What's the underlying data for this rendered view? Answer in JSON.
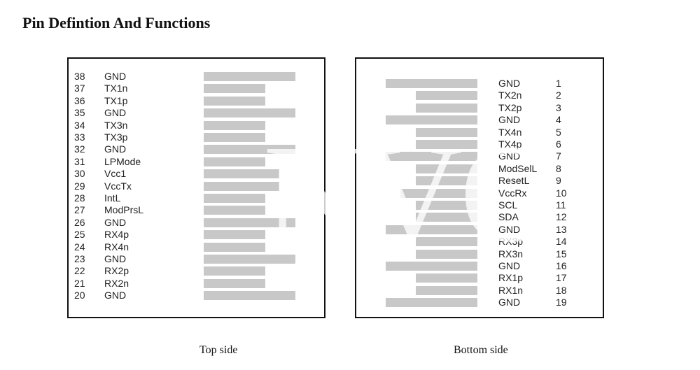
{
  "title": "Pin Defintion And Functions",
  "top_side": {
    "caption": "Top side",
    "pins": [
      {
        "num": "38",
        "name": "GND",
        "bar": "long"
      },
      {
        "num": "37",
        "name": "TX1n",
        "bar": "short"
      },
      {
        "num": "36",
        "name": "TX1p",
        "bar": "short"
      },
      {
        "num": "35",
        "name": "GND",
        "bar": "long"
      },
      {
        "num": "34",
        "name": "TX3n",
        "bar": "short"
      },
      {
        "num": "33",
        "name": "TX3p",
        "bar": "short"
      },
      {
        "num": "32",
        "name": "GND",
        "bar": "long"
      },
      {
        "num": "31",
        "name": "LPMode",
        "bar": "short"
      },
      {
        "num": "30",
        "name": "Vcc1",
        "bar": "medium"
      },
      {
        "num": "29",
        "name": "VccTx",
        "bar": "medium"
      },
      {
        "num": "28",
        "name": "IntL",
        "bar": "short"
      },
      {
        "num": "27",
        "name": "ModPrsL",
        "bar": "short"
      },
      {
        "num": "26",
        "name": "GND",
        "bar": "long"
      },
      {
        "num": "25",
        "name": "RX4p",
        "bar": "short"
      },
      {
        "num": "24",
        "name": "RX4n",
        "bar": "short"
      },
      {
        "num": "23",
        "name": "GND",
        "bar": "long"
      },
      {
        "num": "22",
        "name": "RX2p",
        "bar": "short"
      },
      {
        "num": "21",
        "name": "RX2n",
        "bar": "short"
      },
      {
        "num": "20",
        "name": "GND",
        "bar": "long"
      }
    ]
  },
  "bottom_side": {
    "caption": "Bottom side",
    "pins": [
      {
        "num": "1",
        "name": "GND",
        "bar": "long"
      },
      {
        "num": "2",
        "name": "TX2n",
        "bar": "short"
      },
      {
        "num": "3",
        "name": "TX2p",
        "bar": "short"
      },
      {
        "num": "4",
        "name": "GND",
        "bar": "long"
      },
      {
        "num": "5",
        "name": "TX4n",
        "bar": "short"
      },
      {
        "num": "6",
        "name": "TX4p",
        "bar": "short"
      },
      {
        "num": "7",
        "name": "GND",
        "bar": "long"
      },
      {
        "num": "8",
        "name": "ModSelL",
        "bar": "short"
      },
      {
        "num": "9",
        "name": "ResetL",
        "bar": "short"
      },
      {
        "num": "10",
        "name": "VccRx",
        "bar": "medium"
      },
      {
        "num": "11",
        "name": "SCL",
        "bar": "short"
      },
      {
        "num": "12",
        "name": "SDA",
        "bar": "short"
      },
      {
        "num": "13",
        "name": "GND",
        "bar": "long"
      },
      {
        "num": "14",
        "name": "RX3p",
        "bar": "short"
      },
      {
        "num": "15",
        "name": "RX3n",
        "bar": "short"
      },
      {
        "num": "16",
        "name": "GND",
        "bar": "long"
      },
      {
        "num": "17",
        "name": "RX1p",
        "bar": "short"
      },
      {
        "num": "18",
        "name": "RX1n",
        "bar": "short"
      },
      {
        "num": "19",
        "name": "GND",
        "bar": "long"
      }
    ]
  },
  "watermark": "NVO",
  "colors": {
    "bar": "#c8c8c8",
    "border": "#111111",
    "text": "#222222"
  }
}
